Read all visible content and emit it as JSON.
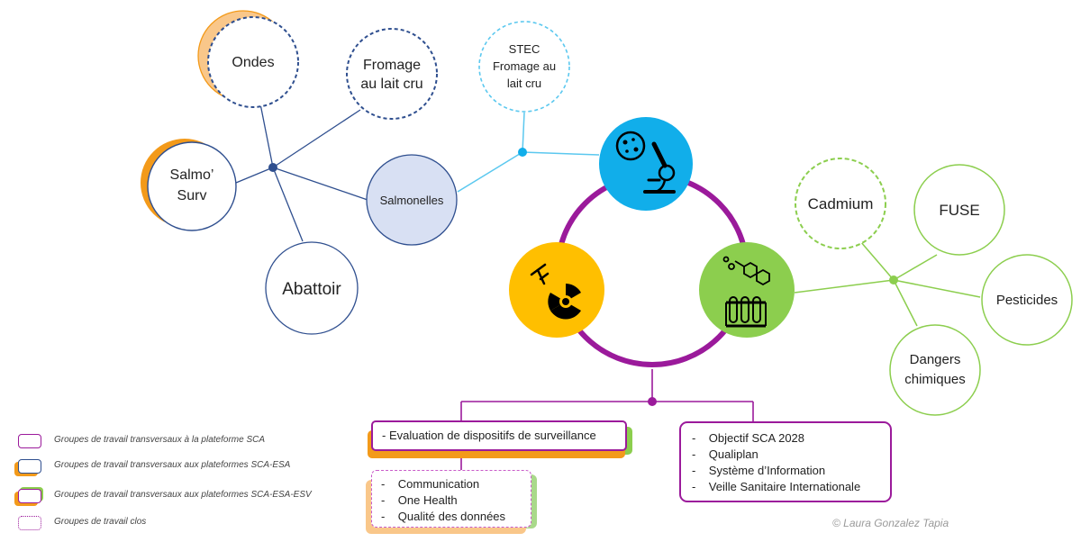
{
  "colors": {
    "blue_dark": "#2f4f8f",
    "blue_light": "#5bc8ef",
    "purple": "#9b1a9b",
    "green": "#8cce4e",
    "orange": "#f39a1a",
    "microscope_fill": "#11aeea",
    "radiation_fill": "#ffbf00",
    "chem_fill": "#8cce4e",
    "salmonelles_fill": "#d8e0f3"
  },
  "nodes": {
    "ondes": "Ondes",
    "fromage_1": "Fromage",
    "fromage_2": "au lait cru",
    "salmo_1": "Salmo’",
    "salmo_2": "Surv",
    "salmonelles": "Salmonelles",
    "abattoir": "Abattoir",
    "stec_1": "STEC",
    "stec_2": "Fromage au",
    "stec_3": "lait cru",
    "cadmium": "Cadmium",
    "fuse": "FUSE",
    "pesticides": "Pesticides",
    "dangers_1": "Dangers",
    "dangers_2": "chimiques"
  },
  "hub_icons": {
    "microscope": "microscope-icon",
    "radiation": "radiation-icon",
    "chemistry": "test-tubes-icon"
  },
  "boxes": {
    "evaluation": "- Evaluation de dispositifs de surveillance",
    "closed_group": [
      "Communication",
      "One Health",
      "Qualité des données"
    ],
    "sca_group": [
      "Objectif SCA 2028",
      "Qualiplan",
      "Système d’Information",
      "Veille Sanitaire Internationale"
    ]
  },
  "legend": [
    {
      "label": "Groupes de travail transversaux à la plateforme SCA",
      "style": "sca"
    },
    {
      "label": "Groupes de travail transversaux aux plateformes SCA-ESA",
      "style": "sca-esa"
    },
    {
      "label": "Groupes de travail transversaux aux plateformes SCA-ESA-ESV",
      "style": "sca-esa-esv"
    },
    {
      "label": "Groupes de travail clos",
      "style": "clos"
    }
  ],
  "credit": "© Laura Gonzalez Tapia"
}
